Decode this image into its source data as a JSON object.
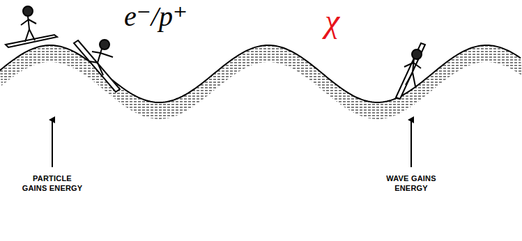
{
  "diagram": {
    "labels": [
      "e⁻/p⁺",
      "χ",
      "PARTICLE GAINS ENERGY",
      "WAVE GAINS ENERGY"
    ]
  }
}
